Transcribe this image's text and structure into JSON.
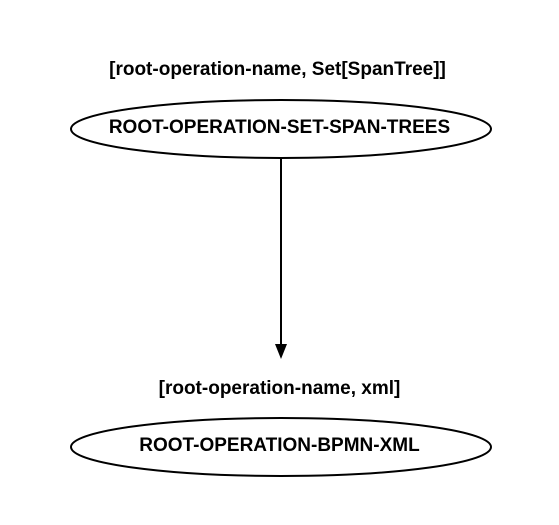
{
  "nodes": [
    {
      "type_label": "[root-operation-name, Set[SpanTree]]",
      "name": "ROOT-OPERATION-SET-SPAN-TREES"
    },
    {
      "type_label": "[root-operation-name, xml]",
      "name": "ROOT-OPERATION-BPMN-XML"
    }
  ],
  "edges": [
    {
      "from": "ROOT-OPERATION-SET-SPAN-TREES",
      "to": "ROOT-OPERATION-BPMN-XML"
    }
  ],
  "colors": {
    "stroke": "#000000",
    "background": "#ffffff"
  }
}
